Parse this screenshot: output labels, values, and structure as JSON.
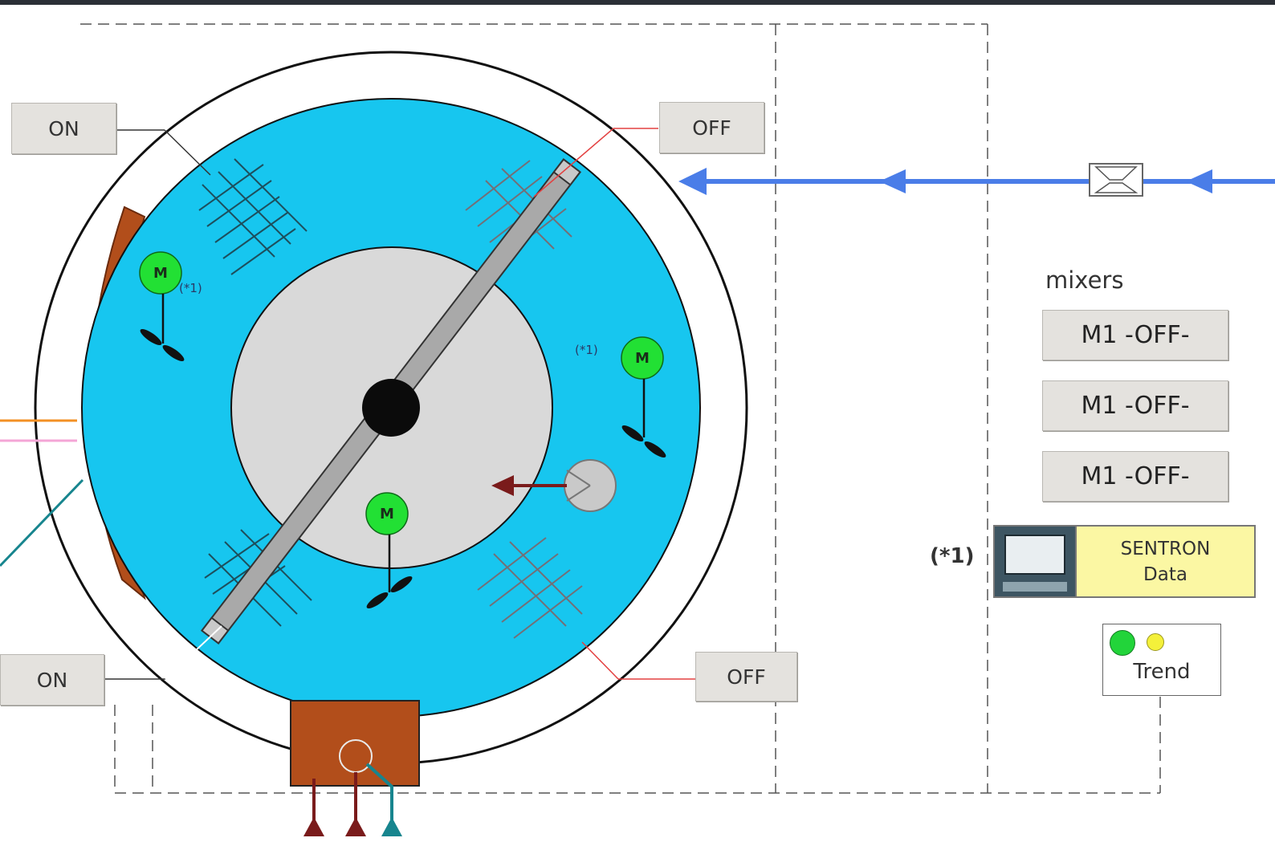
{
  "controls": {
    "on_top": "ON",
    "on_bottom": "ON",
    "off_top": "OFF",
    "off_bottom": "OFF"
  },
  "mixers": {
    "heading": "mixers",
    "buttons": [
      "M1 -OFF-",
      "M1 -OFF-",
      "M1 -OFF-"
    ]
  },
  "motors": {
    "label": "M",
    "note": "(*1)"
  },
  "sentron": {
    "marker": "(*1)",
    "line1": "SENTRON",
    "line2": "Data"
  },
  "trend": {
    "label": "Trend"
  },
  "colors": {
    "basin_water": "#17c6ef",
    "clarifier_center": "#d9d9d9",
    "motor_green": "#22e034",
    "flow_arrow": "#4a7de8",
    "outlet_trough": "#b24e1b",
    "bridge": "#a9a9a9",
    "pipe_orange": "#f39024",
    "pipe_pink": "#f4a6d6",
    "pipe_teal": "#17858e",
    "pipe_darkred": "#7a1b1b"
  }
}
